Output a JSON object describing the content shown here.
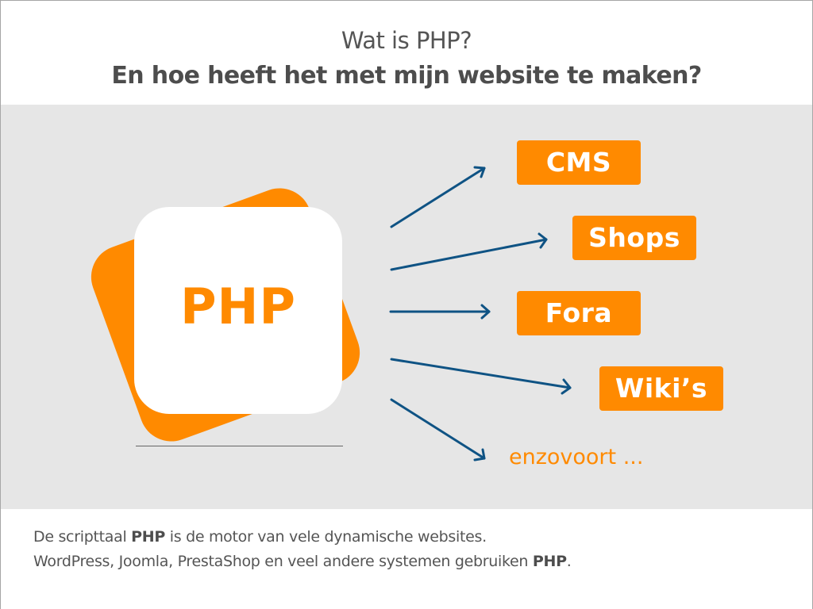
{
  "header": {
    "title_line1": "Wat is PHP?",
    "title_line2": "En hoe heeft het met mijn website te maken?"
  },
  "diagram": {
    "center_label": "PHP",
    "targets": [
      {
        "label": "CMS"
      },
      {
        "label": "Shops"
      },
      {
        "label": "Fora"
      },
      {
        "label": "Wiki’s"
      }
    ],
    "more_label": "enzovoort ...",
    "colors": {
      "accent": "#ff8a00",
      "arrow": "#0f5384",
      "stage_background": "#e6e6e6",
      "card_background": "#ffffff"
    }
  },
  "footer": {
    "line1": {
      "before": "De scripttaal ",
      "bold": "PHP",
      "after": " is de motor van vele dynamische websites."
    },
    "line2": {
      "before": "WordPress, Joomla, PrestaShop en veel andere systemen gebruiken ",
      "bold": "PHP",
      "after": "."
    }
  }
}
